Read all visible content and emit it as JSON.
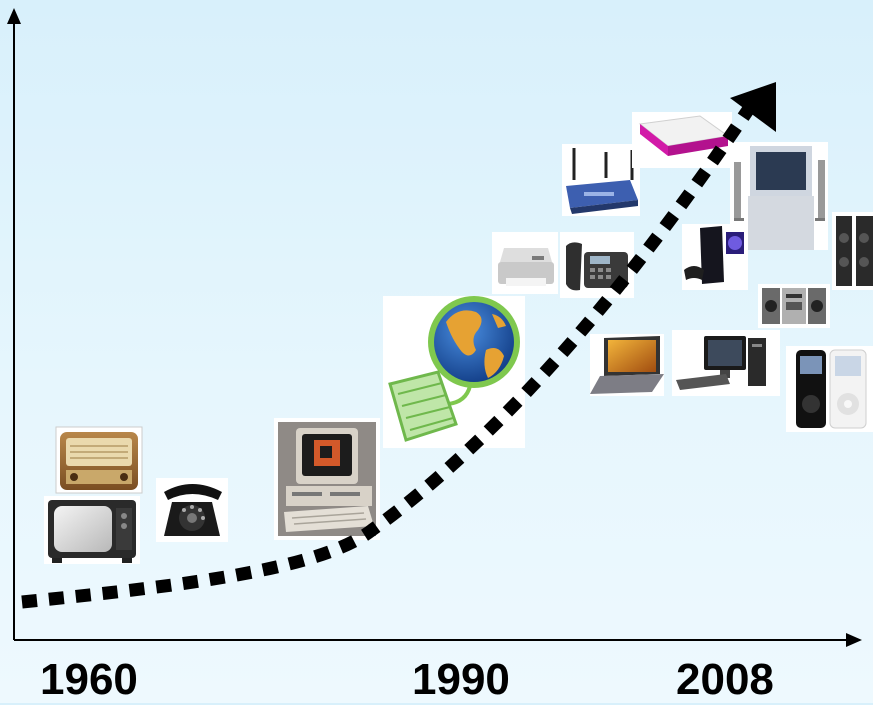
{
  "years": {
    "y1960": "1960",
    "y1990": "1990",
    "y2008": "2008"
  },
  "icons": [
    "radio-icon",
    "crt-television-icon",
    "rotary-phone-icon",
    "retro-personal-computer-icon",
    "globe-keyboard-icon",
    "printer-icon",
    "desk-phone-icon",
    "wifi-router-icon",
    "set-top-box-icon",
    "flat-tv-home-theater-icon",
    "game-console-icon",
    "speakers-icon",
    "stereo-system-icon",
    "laptop-icon",
    "desktop-computer-icon",
    "ipod-icon"
  ],
  "colors": {
    "background_top": "#d8f0fb",
    "background_bottom": "#eef9fe",
    "arrow": "#000000",
    "globe_ocean": "#1e5fb3",
    "globe_land": "#e6a233",
    "keyboard": "#8fd07a",
    "router": "#3d5fb0",
    "set_top_box_accent": "#d21aa8"
  }
}
